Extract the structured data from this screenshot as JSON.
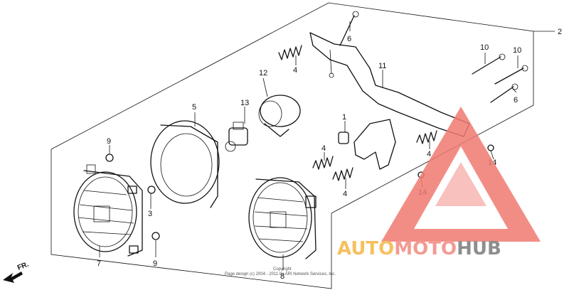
{
  "diagram": {
    "part_numbers": [
      "1",
      "2",
      "3",
      "4",
      "5",
      "6",
      "7",
      "8",
      "9",
      "10",
      "11",
      "12",
      "13",
      "14"
    ],
    "labels": {
      "p1": "1",
      "p2": "2",
      "p3": "3",
      "p4a": "4",
      "p4b": "4",
      "p4c": "4",
      "p4d": "4",
      "p5": "5",
      "p6a": "6",
      "p6b": "6",
      "p7": "7",
      "p8": "8",
      "p9a": "9",
      "p9b": "9",
      "p10a": "10",
      "p10b": "10",
      "p11": "11",
      "p12": "12",
      "p13": "13",
      "p14a": "14",
      "p14b": "14"
    },
    "direction_label": "FR.",
    "copyright_line1": "Copyright",
    "copyright_line2": "Page design (c) 2004 - 2011 by ARI Network Services, Inc."
  },
  "watermark": {
    "word_a": "AUTO",
    "word_b": "MOTO",
    "word_c": "HUB",
    "color_a": "#f5b642",
    "color_b": "#f08a80",
    "color_c": "#7a7a7a",
    "triangle_color": "#f07a72"
  }
}
